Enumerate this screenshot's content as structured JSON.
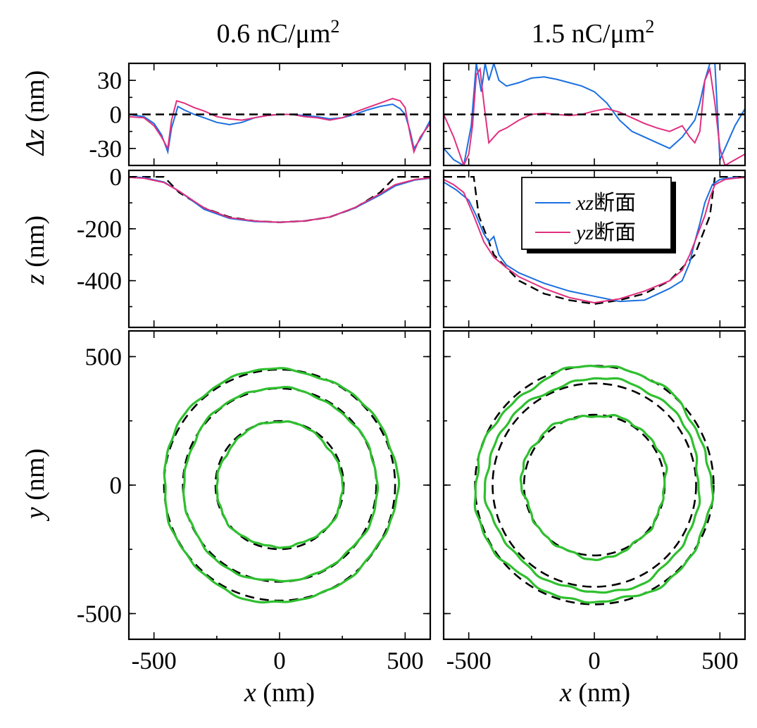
{
  "figure": {
    "titles": {
      "left": {
        "main": "0.6 nC/μm",
        "sup": "2"
      },
      "right": {
        "main": "1.5 nC/μm",
        "sup": "2"
      }
    },
    "ylabels": {
      "dz": {
        "sym": "Δz",
        "unit": " (nm)"
      },
      "z": {
        "sym": "z",
        "unit": " (nm)"
      },
      "y": {
        "sym": "y",
        "unit": " (nm)"
      }
    },
    "xlabel": {
      "sym": "x",
      "unit": " (nm)"
    },
    "legend": {
      "xz": {
        "sym": "xz",
        "suffix": "断面"
      },
      "yz": {
        "sym": "yz",
        "suffix": "断面"
      }
    }
  },
  "chart_data": [
    {
      "id": "dz-left",
      "type": "line",
      "xlim": [
        -600,
        600
      ],
      "ylim": [
        -45,
        45
      ],
      "yticks": [
        "30",
        "0",
        "-30"
      ],
      "ytick_values": [
        30,
        0,
        -30
      ],
      "colors": {
        "xz": "#1a6fe0",
        "yz": "#e0307f",
        "reference": "#000000"
      },
      "series": [
        {
          "name": "xz断面",
          "color": "#1a6fe0",
          "x": [
            -600,
            -540,
            -500,
            -470,
            -445,
            -430,
            -405,
            -380,
            -340,
            -300,
            -250,
            -200,
            -150,
            -100,
            -50,
            0,
            50,
            100,
            150,
            200,
            250,
            300,
            350,
            400,
            450,
            480,
            500,
            520,
            535,
            560,
            600
          ],
          "y": [
            0,
            -2,
            -8,
            -18,
            -33,
            -12,
            7,
            4,
            0,
            -3,
            -7,
            -9,
            -7,
            -3,
            -1,
            0,
            0,
            -1,
            -2,
            -4,
            -3,
            0,
            4,
            7,
            9,
            5,
            0,
            -15,
            -30,
            -22,
            -5
          ]
        },
        {
          "name": "yz断面",
          "color": "#e0307f",
          "x": [
            -600,
            -540,
            -500,
            -470,
            -445,
            -430,
            -410,
            -380,
            -340,
            -300,
            -250,
            -200,
            -150,
            -100,
            -50,
            0,
            50,
            100,
            150,
            200,
            250,
            300,
            350,
            400,
            450,
            480,
            500,
            520,
            535,
            560,
            600
          ],
          "y": [
            -2,
            -3,
            -10,
            -20,
            -30,
            -5,
            12,
            10,
            6,
            3,
            -2,
            -4,
            -5,
            -3,
            -1,
            0,
            0,
            -2,
            -3,
            -5,
            -3,
            2,
            6,
            10,
            14,
            12,
            6,
            -18,
            -33,
            -20,
            -8
          ]
        },
        {
          "name": "",
          "color": "#000000",
          "dashed": true,
          "x": [
            -600,
            600
          ],
          "y": [
            0,
            0
          ]
        }
      ]
    },
    {
      "id": "dz-right",
      "type": "line",
      "xlim": [
        -600,
        600
      ],
      "ylim": [
        -45,
        45
      ],
      "series": [
        {
          "name": "xz断面",
          "color": "#1a6fe0",
          "x": [
            -600,
            -560,
            -520,
            -490,
            -470,
            -450,
            -435,
            -420,
            -400,
            -380,
            -350,
            -300,
            -250,
            -200,
            -150,
            -100,
            -50,
            0,
            50,
            100,
            150,
            200,
            250,
            300,
            350,
            400,
            420,
            440,
            460,
            480,
            500,
            530,
            560,
            600
          ],
          "y": [
            -30,
            -40,
            -45,
            -10,
            45,
            20,
            45,
            30,
            45,
            30,
            25,
            28,
            32,
            33,
            31,
            28,
            25,
            20,
            10,
            -5,
            -15,
            -20,
            -25,
            -30,
            -20,
            -5,
            10,
            30,
            45,
            45,
            -40,
            -25,
            -10,
            5
          ]
        },
        {
          "name": "yz断面",
          "color": "#e0307f",
          "x": [
            -600,
            -560,
            -520,
            -500,
            -485,
            -470,
            -455,
            -440,
            -420,
            -400,
            -380,
            -350,
            -300,
            -250,
            -200,
            -150,
            -100,
            -50,
            0,
            50,
            100,
            150,
            200,
            250,
            300,
            350,
            380,
            400,
            420,
            440,
            460,
            480,
            500,
            520,
            560,
            600
          ],
          "y": [
            0,
            -20,
            -45,
            -35,
            -10,
            35,
            40,
            10,
            -25,
            -20,
            -15,
            -12,
            -5,
            0,
            1,
            0,
            -1,
            0,
            3,
            5,
            2,
            -3,
            -8,
            -12,
            -15,
            -10,
            -20,
            -25,
            -15,
            30,
            40,
            10,
            -30,
            -45,
            -40,
            -35
          ]
        },
        {
          "name": "",
          "color": "#000000",
          "dashed": true,
          "x": [
            -600,
            600
          ],
          "y": [
            0,
            0
          ]
        }
      ]
    },
    {
      "id": "z-left",
      "type": "line",
      "xlim": [
        -600,
        600
      ],
      "ylim": [
        -580,
        25
      ],
      "yticks": [
        "0",
        "-200",
        "-400"
      ],
      "ytick_values": [
        0,
        -200,
        -400
      ],
      "series": [
        {
          "name": "",
          "color": "#000000",
          "dashed": true,
          "x": [
            -600,
            -460,
            -400,
            -300,
            -200,
            -100,
            0,
            100,
            200,
            300,
            400,
            460,
            600
          ],
          "y": [
            0,
            0,
            -60,
            -120,
            -155,
            -170,
            -175,
            -170,
            -155,
            -120,
            -60,
            0,
            0
          ]
        },
        {
          "name": "xz断面",
          "color": "#1a6fe0",
          "x": [
            -600,
            -540,
            -460,
            -400,
            -300,
            -200,
            -100,
            0,
            100,
            200,
            300,
            400,
            460,
            540,
            600
          ],
          "y": [
            0,
            -3,
            -20,
            -55,
            -125,
            -160,
            -172,
            -175,
            -170,
            -155,
            -120,
            -70,
            -35,
            -12,
            -5
          ]
        },
        {
          "name": "yz断面",
          "color": "#e0307f",
          "x": [
            -600,
            -540,
            -460,
            -400,
            -300,
            -200,
            -100,
            0,
            100,
            200,
            300,
            400,
            460,
            540,
            600
          ],
          "y": [
            -2,
            -5,
            -22,
            -55,
            -120,
            -157,
            -170,
            -175,
            -170,
            -155,
            -118,
            -65,
            -30,
            -10,
            -4
          ]
        }
      ]
    },
    {
      "id": "z-right",
      "type": "line",
      "xlim": [
        -600,
        600
      ],
      "ylim": [
        -580,
        25
      ],
      "series": [
        {
          "name": "",
          "color": "#000000",
          "dashed": true,
          "x": [
            -600,
            -480,
            -460,
            -400,
            -300,
            -200,
            -100,
            0,
            100,
            200,
            300,
            400,
            460,
            480,
            600
          ],
          "y": [
            0,
            0,
            -150,
            -300,
            -400,
            -450,
            -475,
            -490,
            -475,
            -450,
            -400,
            -300,
            -150,
            0,
            0
          ]
        },
        {
          "name": "xz断面",
          "color": "#1a6fe0",
          "x": [
            -600,
            -550,
            -500,
            -470,
            -440,
            -420,
            -400,
            -380,
            -350,
            -300,
            -200,
            -100,
            0,
            100,
            200,
            300,
            350,
            380,
            400,
            420,
            440,
            470,
            500,
            530,
            560,
            600
          ],
          "y": [
            -20,
            -50,
            -90,
            -150,
            -220,
            -250,
            -230,
            -300,
            -340,
            -370,
            -410,
            -440,
            -460,
            -480,
            -475,
            -430,
            -400,
            -330,
            -250,
            -180,
            -100,
            -30,
            -10,
            -5,
            -2,
            0
          ]
        },
        {
          "name": "yz断面",
          "color": "#e0307f",
          "x": [
            -600,
            -560,
            -520,
            -480,
            -440,
            -400,
            -350,
            -300,
            -200,
            -100,
            0,
            100,
            200,
            300,
            350,
            380,
            400,
            420,
            440,
            460,
            480,
            520,
            560,
            600
          ],
          "y": [
            -10,
            -30,
            -60,
            -150,
            -250,
            -310,
            -350,
            -385,
            -430,
            -465,
            -485,
            -470,
            -440,
            -400,
            -360,
            -300,
            -250,
            -200,
            -150,
            -80,
            -30,
            -10,
            -5,
            -2
          ]
        }
      ]
    },
    {
      "id": "xy-left",
      "type": "line",
      "xlim": [
        -600,
        600
      ],
      "ylim": [
        -600,
        600
      ],
      "xticks": [
        "-500",
        "0",
        "500"
      ],
      "xtick_values": [
        -500,
        0,
        500
      ],
      "yticks": [
        "500",
        "0",
        "-500"
      ],
      "ytick_values": [
        500,
        0,
        -500
      ],
      "rings": [
        {
          "dashed_r": 460,
          "solid_r": 465,
          "wobble": 10,
          "seed": 1
        },
        {
          "dashed_r": 385,
          "solid_r": 385,
          "wobble": 9,
          "seed": 2
        },
        {
          "dashed_r": 255,
          "solid_r": 250,
          "wobble": 8,
          "seed": 3
        }
      ],
      "solid_color": "#2fc02f",
      "dashed_color": "#000000"
    },
    {
      "id": "xy-right",
      "type": "line",
      "xlim": [
        -600,
        600
      ],
      "ylim": [
        -600,
        600
      ],
      "xticks": [
        "-500",
        "0",
        "500"
      ],
      "xtick_values": [
        -500,
        0,
        500
      ],
      "rings": [
        {
          "dashed_r": 475,
          "solid_r": 470,
          "wobble": 16,
          "seed": 4
        },
        {
          "dashed_r": 405,
          "solid_r": 425,
          "wobble": 14,
          "seed": 5
        },
        {
          "dashed_r": 280,
          "solid_r": 285,
          "wobble": 14,
          "seed": 6
        }
      ],
      "solid_color": "#2fc02f",
      "dashed_color": "#000000"
    }
  ]
}
